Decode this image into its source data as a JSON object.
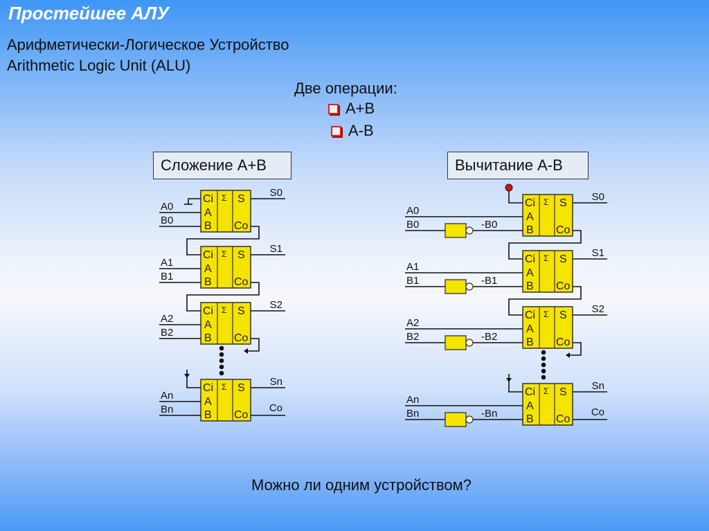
{
  "slide": {
    "title": "Простейшее АЛУ",
    "subtitle_ru": "Арифметически-Логическое Устройство",
    "subtitle_en": "Arithmetic Logic Unit (ALU)",
    "operations_heading": "Две операции:",
    "operations": [
      "A+B",
      "A-B"
    ],
    "question": "Можно ли одним устройством?"
  },
  "diagrams": {
    "addition": {
      "label": "Сложение A+B",
      "stages": [
        {
          "a": "A0",
          "b": "B0",
          "s": "S0"
        },
        {
          "a": "A1",
          "b": "B1",
          "s": "S1"
        },
        {
          "a": "A2",
          "b": "B2",
          "s": "S2"
        },
        {
          "a": "An",
          "b": "Bn",
          "s": "Sn"
        }
      ],
      "carry_out": "Co"
    },
    "subtraction": {
      "label": "Вычитание A-B",
      "stages": [
        {
          "a": "A0",
          "b": "B0",
          "nb": "-B0",
          "s": "S0"
        },
        {
          "a": "A1",
          "b": "B1",
          "nb": "-B1",
          "s": "S1"
        },
        {
          "a": "A2",
          "b": "B2",
          "nb": "-B2",
          "s": "S2"
        },
        {
          "a": "An",
          "b": "Bn",
          "nb": "-Bn",
          "s": "Sn"
        }
      ],
      "carry_out": "Co"
    },
    "adder_pins": {
      "ci": "Ci",
      "a": "A",
      "b": "B",
      "sigma": "Σ",
      "s": "S",
      "co": "Co"
    },
    "colors": {
      "adder_fill": "#f5e300",
      "inverter_fill": "#f5e300",
      "carry_in_one": "#c01818",
      "wire": "#111111"
    }
  }
}
